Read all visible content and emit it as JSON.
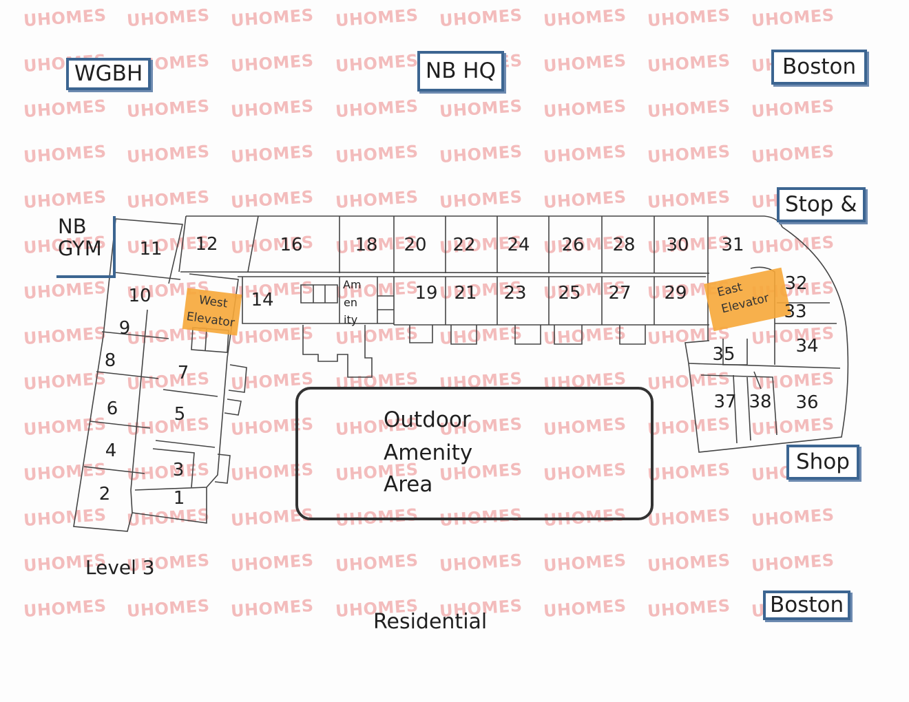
{
  "watermark": "UHOMES",
  "landmarks": {
    "wgbh": "WGBH",
    "nb_hq": "NB HQ",
    "boston_top": "Boston",
    "stop_and": "Stop &",
    "shop": "Shop",
    "boston_bottom": "Boston",
    "nb_gym_line1": "NB",
    "nb_gym_line2": "GYM"
  },
  "labels": {
    "level": "Level 3",
    "residential": "Residential",
    "amenity_small_1": "Am",
    "amenity_small_2": "en",
    "amenity_small_3": "ity",
    "outdoor_1": "Outdoor",
    "outdoor_2": "Amenity",
    "outdoor_3": "Area",
    "west_elevator_1": "West",
    "west_elevator_2": "Elevator",
    "east_elevator_1": "East",
    "east_elevator_2": "Elevator"
  },
  "units": [
    "1",
    "2",
    "3",
    "4",
    "5",
    "6",
    "7",
    "8",
    "9",
    "10",
    "11",
    "12",
    "14",
    "16",
    "18",
    "19",
    "20",
    "21",
    "22",
    "23",
    "24",
    "25",
    "26",
    "27",
    "28",
    "29",
    "30",
    "31",
    "32",
    "33",
    "34",
    "35",
    "36",
    "37",
    "38"
  ],
  "colors": {
    "landmark_border": "#3c6591",
    "watermark": "#f2b1b1",
    "elevator_highlight": "#f6a739",
    "floorplan_lines": "#444444"
  }
}
